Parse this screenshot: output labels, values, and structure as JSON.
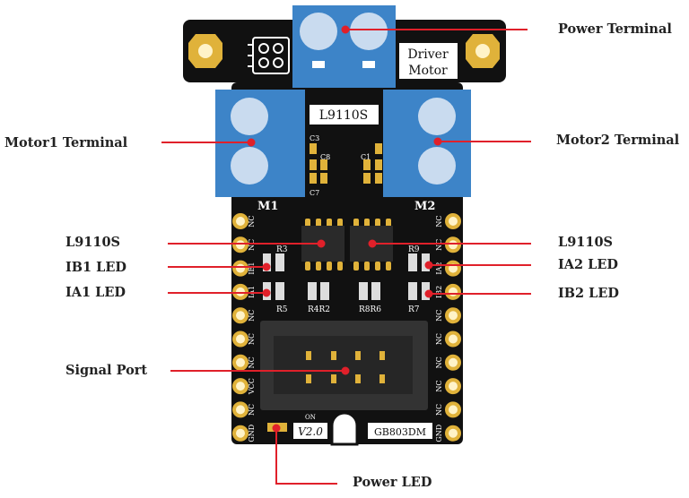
{
  "colors": {
    "pcb": "#111111",
    "terminal": "#3d84c8",
    "screw": "#c9dbef",
    "gold": "#e0b23a",
    "callout": "#e0202a"
  },
  "labels": {
    "power_terminal": "Power Terminal",
    "motor1_terminal": "Motor1 Terminal",
    "motor2_terminal": "Motor2 Terminal",
    "l9110s_left": "L9110S",
    "l9110s_right": "L9110S",
    "ib1_led": "IB1 LED",
    "ia1_led": "IA1 LED",
    "ia2_led": "IA2 LED",
    "ib2_led": "IB2 LED",
    "signal_port": "Signal Port",
    "power_led": "Power LED"
  },
  "board_markings": {
    "name_line1": "Driver",
    "name_line2": "Motor",
    "chip": "L9110S",
    "m1": "M1",
    "m2": "M2",
    "r3": "R3",
    "r5": "R5",
    "r4r2": "R4R2",
    "r8r6": "R8R6",
    "r9": "R9",
    "r7": "R7",
    "c3": "C3",
    "c8": "C8",
    "c7": "C7",
    "c1": "C1",
    "version": "V2.0",
    "model": "GB803DM",
    "on": "ON",
    "left_pins": [
      "NC",
      "NC",
      "IB1",
      "IA1",
      "NC",
      "NC",
      "NC",
      "VCC",
      "NC",
      "GND"
    ],
    "right_pins": [
      "NC",
      "NC",
      "IA2",
      "IB2",
      "NC",
      "NC",
      "NC",
      "NC",
      "NC",
      "GND"
    ]
  }
}
